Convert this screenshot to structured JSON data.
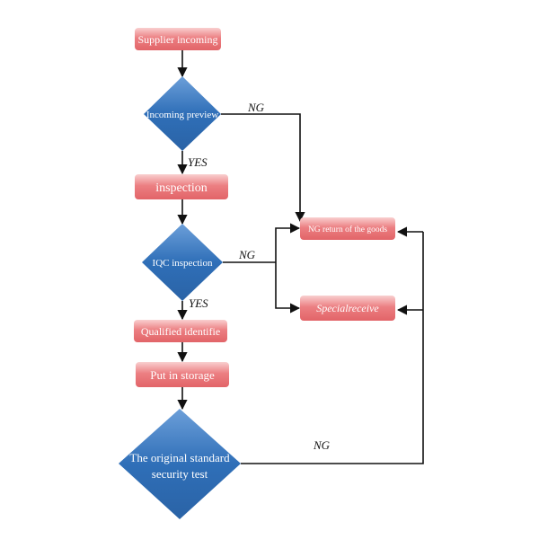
{
  "diagram": {
    "nodes": {
      "supplier_incoming": "Supplier incoming",
      "incoming_preview": "Incoming preview",
      "inspection": "inspection",
      "iqc_inspection": "IQC inspection",
      "qualified_identifie": "Qualified identifie",
      "put_in_storage": "Put in storage",
      "security_test_line1": "The original standard",
      "security_test_line2": "security  test",
      "ng_return": "NG return of the goods",
      "special_receive": "Specialreceive"
    },
    "edge_labels": {
      "preview_ng": "NG",
      "preview_yes": "YES",
      "iqc_ng": "NG",
      "iqc_yes": "YES",
      "test_ng": "NG"
    },
    "colors": {
      "box_red": "#e8767a",
      "box_red_light": "#f7c3c3",
      "diamond_blue": "#2f6fb8",
      "diamond_blue_light": "#7aa8de"
    }
  }
}
